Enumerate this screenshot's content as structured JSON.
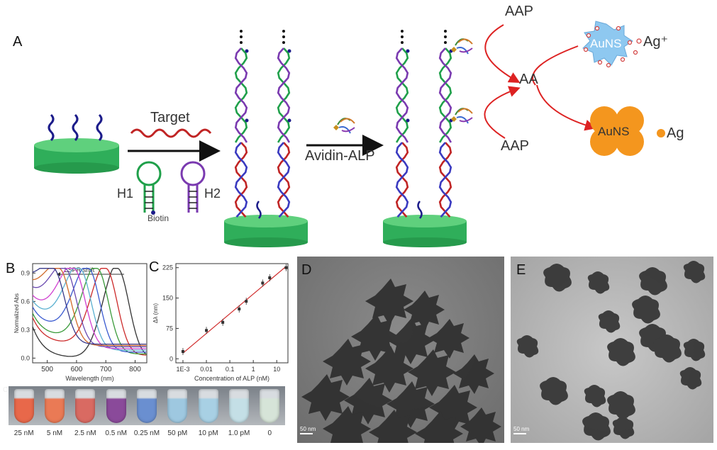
{
  "figure": {
    "panels": {
      "A": "A",
      "B": "B",
      "C": "C",
      "D": "D",
      "E": "E",
      "B_inset": "C"
    },
    "schematic": {
      "target_label": "Target",
      "h1_label": "H1",
      "h2_label": "H2",
      "biotin_label": "Biotin",
      "avidin_alp_label": "Avidin-ALP",
      "aap_top": "AAP",
      "aap_bottom": "AAP",
      "aa_label": "AA",
      "auns_star_label": "AuNS",
      "ag_plus_label": "Ag⁺",
      "auns_label": "AuNS",
      "ag_label": "Ag"
    },
    "tubes": {
      "labels": [
        "25 nM",
        "5 nM",
        "2.5 nM",
        "0.5 nM",
        "0.25 nM",
        "50 pM",
        "10 pM",
        "1.0 pM",
        "0"
      ],
      "colors": [
        "#e8684a",
        "#ea7a55",
        "#d96a62",
        "#8a4a9a",
        "#6a8fd0",
        "#9ec8e0",
        "#a8d0e4",
        "#c4dfe6",
        "#d6e4d8"
      ]
    },
    "tem": {
      "D_scale": "50 nm",
      "E_scale": "50 nm"
    }
  },
  "chart_data": [
    {
      "type": "line",
      "panel": "B",
      "title": "",
      "annotation": "LSPR  shift",
      "xlabel": "Wavelength (nm)",
      "ylabel": "Normalized Abs",
      "xlim": [
        450,
        840
      ],
      "ylim": [
        -0.05,
        1.0
      ],
      "x_ticks": [
        "500",
        "600",
        "700",
        "800"
      ],
      "y_ticks": [
        "0.0",
        "0.3",
        "0.6",
        "0.9"
      ],
      "series": [
        {
          "color": "#333333",
          "peak_nm": 740,
          "min_abs": 0.0
        },
        {
          "color": "#cc2a2a",
          "peak_nm": 700,
          "min_abs": 0.15
        },
        {
          "color": "#3a9a3a",
          "peak_nm": 670,
          "min_abs": 0.22
        },
        {
          "color": "#3a5ad0",
          "peak_nm": 640,
          "min_abs": 0.32
        },
        {
          "color": "#5ab0d0",
          "peak_nm": 610,
          "min_abs": 0.42
        },
        {
          "color": "#d040d0",
          "peak_nm": 590,
          "min_abs": 0.5
        },
        {
          "color": "#6a4ab0",
          "peak_nm": 560,
          "min_abs": 0.6
        },
        {
          "color": "#d06a2a",
          "peak_nm": 540,
          "min_abs": 0.67
        },
        {
          "color": "#3a3a8a",
          "peak_nm": 520,
          "min_abs": 0.74
        }
      ]
    },
    {
      "type": "scatter",
      "panel": "C",
      "title": "",
      "xlabel": "Concentration of ALP (nM)",
      "ylabel": "Δλ (nm)",
      "x_scale": "log",
      "xlim": [
        0.0005,
        30
      ],
      "ylim": [
        -10,
        235
      ],
      "x_ticks": [
        "1E-3",
        "0.01",
        "0.1",
        "1",
        "10"
      ],
      "y_ticks": [
        "0",
        "75",
        "150",
        "225"
      ],
      "x": [
        0.001,
        0.01,
        0.05,
        0.25,
        0.5,
        2.5,
        5,
        25
      ],
      "y": [
        18,
        70,
        90,
        123,
        142,
        187,
        200,
        225
      ],
      "fit_line": [
        [
          0.001,
          14
        ],
        [
          25,
          228
        ]
      ]
    }
  ]
}
